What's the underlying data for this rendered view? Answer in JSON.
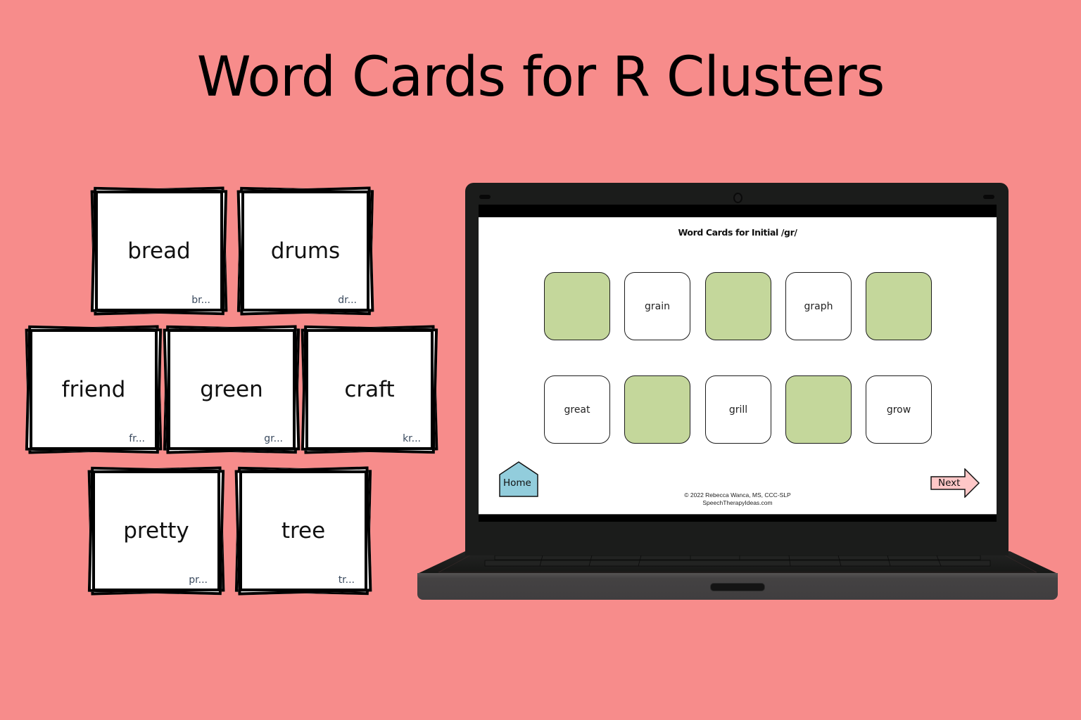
{
  "title": "Word Cards for R Clusters",
  "colors": {
    "background": "#f78c8b",
    "tile_covered": "#c4d79b",
    "home_button": "#92cddc",
    "next_button": "#ffc7c7",
    "laptop_body": "#1b1c1b",
    "laptop_base": "#454344"
  },
  "word_cards": [
    {
      "word": "bread",
      "hint": "br..."
    },
    {
      "word": "drums",
      "hint": "dr..."
    },
    {
      "word": "friend",
      "hint": "fr..."
    },
    {
      "word": "green",
      "hint": "gr..."
    },
    {
      "word": "craft",
      "hint": "kr..."
    },
    {
      "word": "pretty",
      "hint": "pr..."
    },
    {
      "word": "tree",
      "hint": "tr..."
    }
  ],
  "laptop_screen": {
    "title": "Word Cards for Initial /gr/",
    "tiles": [
      {
        "label": "",
        "covered": true
      },
      {
        "label": "grain",
        "covered": false
      },
      {
        "label": "",
        "covered": true
      },
      {
        "label": "graph",
        "covered": false
      },
      {
        "label": "",
        "covered": true
      },
      {
        "label": "great",
        "covered": false
      },
      {
        "label": "",
        "covered": true
      },
      {
        "label": "grill",
        "covered": false
      },
      {
        "label": "",
        "covered": true
      },
      {
        "label": "grow",
        "covered": false
      }
    ],
    "home_label": "Home",
    "next_label": "Next",
    "copyright_line1": "© 2022 Rebecca Wanca,  MS, CCC-SLP",
    "copyright_line2": "SpeechTherapyIdeas.com"
  }
}
